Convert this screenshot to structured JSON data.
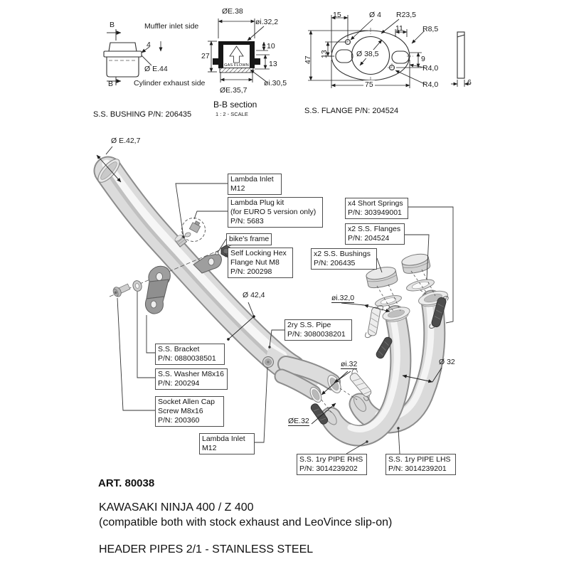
{
  "bushing_view": {
    "section_marker_top": "B",
    "section_marker_bottom": "B",
    "muffler_side_label": "Muffler inlet side",
    "cylinder_side_label": "Cylinder exhaust side",
    "dim_flange_step": "4",
    "dim_outer_dia": "Ø E.44",
    "caption": "S.S. BUSHING P/N: 206435"
  },
  "section_view": {
    "dim_top_outer_dia": "ØE.38",
    "dim_top_inner_dia": "øi.32,2",
    "dim_height": "27",
    "dim_top_depth": "10",
    "dim_bottom_depth": "13",
    "gas_flow_label": "GAS FLOWN",
    "dim_bottom_outer_dia": "ØE.35,7",
    "dim_bottom_inner_dia": "øi.30,5",
    "caption": "B-B section",
    "scale_note": "1 : 2 - SCALE"
  },
  "flange_view": {
    "dim_hole_offset_x": "15",
    "dim_small_hole_dia": "Ø 4",
    "dim_body_radius": "R23,5",
    "dim_slot_offset": "11",
    "dim_end_radius": "R8,5",
    "dim_hole_offset_y": "13",
    "dim_height": "47",
    "dim_center_dia": "Ø 38,5",
    "dim_hole2_offset_y": "9",
    "dim_corner_radius_1": "R4,0",
    "dim_corner_radius_2": "R4,0",
    "dim_width": "75",
    "dim_thickness": "6",
    "caption": "S.S. FLANGE P/N: 204524"
  },
  "exploded_view": {
    "dims": {
      "muffler_end_dia": "Ø E.42,7",
      "secondary_pipe_dia": "Ø 42,4",
      "collector_inner_dia": "øi.32,0",
      "port_inner_dia": "øi.32",
      "primary_pipe_dia": "Ø 32",
      "port_outer_dia": "ØE.32"
    },
    "callouts": {
      "lambda_inlet_top": {
        "lines": [
          "Lambda Inlet",
          "M12"
        ]
      },
      "lambda_plug_kit": {
        "lines": [
          "Lambda Plug kit",
          "(for EURO 5 version only)",
          "P/N: 5683"
        ]
      },
      "bikes_frame": {
        "lines": [
          "bike's frame"
        ]
      },
      "self_locking_nut": {
        "lines": [
          "Self Locking Hex",
          "Flange Nut M8",
          "P/N: 200298"
        ]
      },
      "short_springs": {
        "lines": [
          "x4 Short Springs",
          "P/N: 303949001"
        ]
      },
      "ss_flanges": {
        "lines": [
          "x2 S.S. Flanges",
          "P/N: 204524"
        ]
      },
      "ss_bushings": {
        "lines": [
          "x2 S.S. Bushings",
          "P/N: 206435"
        ]
      },
      "secondary_pipe": {
        "lines": [
          "2ry S.S. Pipe",
          "P/N: 3080038201"
        ]
      },
      "ss_bracket": {
        "lines": [
          "S.S. Bracket",
          "P/N: 0880038501"
        ]
      },
      "ss_washer": {
        "lines": [
          "S.S. Washer M8x16",
          "P/N: 200294"
        ]
      },
      "socket_screw": {
        "lines": [
          "Socket Allen Cap",
          "Screw M8x16",
          "P/N: 200360"
        ]
      },
      "lambda_inlet_bottom": {
        "lines": [
          "Lambda Inlet",
          "M12"
        ]
      },
      "primary_pipe_rhs": {
        "lines": [
          "S.S. 1ry PIPE RHS",
          "P/N: 3014239202"
        ]
      },
      "primary_pipe_lhs": {
        "lines": [
          "S.S. 1ry PIPE LHS",
          "P/N: 3014239201"
        ]
      }
    }
  },
  "footer": {
    "art_number": "ART. 80038",
    "model": "KAWASAKI NINJA 400 / Z 400",
    "compatibility": "(compatible both with stock exhaust and LeoVince slip-on)",
    "product": "HEADER PIPES 2/1 - STAINLESS STEEL"
  }
}
